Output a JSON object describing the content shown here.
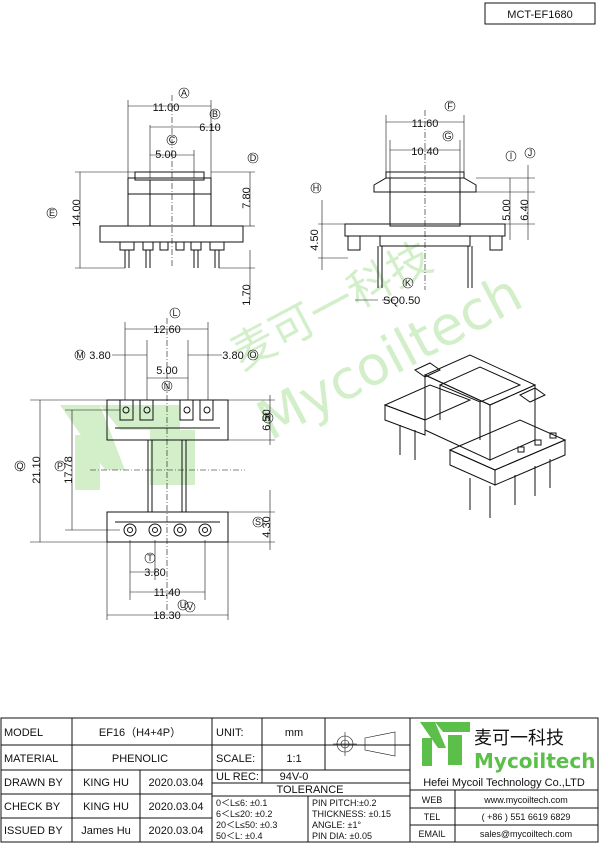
{
  "doc_id": "MCT-EF1680",
  "watermark": {
    "chinese": "麦可一科技",
    "latin": "Mycoiltech"
  },
  "dims": {
    "A": {
      "letter": "A",
      "value": "11.00"
    },
    "B": {
      "letter": "B",
      "value": "6.10"
    },
    "C": {
      "letter": "C",
      "value": "5.00"
    },
    "D": {
      "letter": "D",
      "value": "7.80"
    },
    "E": {
      "letter": "E",
      "value": "14.00"
    },
    "F": {
      "letter": "F",
      "value": "11.60"
    },
    "G": {
      "letter": "G",
      "value": "10.40"
    },
    "H": {
      "letter": "H",
      "value": "4.50"
    },
    "I": {
      "letter": "I",
      "value": "5.00"
    },
    "J": {
      "letter": "J",
      "value": "6.40"
    },
    "K": {
      "letter": "K",
      "value": "SQ0.50"
    },
    "L": {
      "letter": "L",
      "value": "12.60"
    },
    "M": {
      "letter": "M",
      "value": "3.80"
    },
    "N": {
      "letter": "N",
      "value": "5.00"
    },
    "O": {
      "letter": "O",
      "value": "3.80"
    },
    "P": {
      "letter": "P",
      "value": "17.78"
    },
    "Q": {
      "letter": "Q",
      "value": "21.10"
    },
    "R": {
      "letter": "R",
      "value": "6.50"
    },
    "S": {
      "letter": "S",
      "value": "4.30"
    },
    "T": {
      "letter": "T",
      "value": "3.80"
    },
    "U": {
      "letter": "U",
      "value": "11.40"
    },
    "V": {
      "letter": "V",
      "value": "18.30"
    },
    "pin": {
      "value": "1.70"
    }
  },
  "title_block": {
    "model_label": "MODEL",
    "model_value": "EF16（H4+4P）",
    "material_label": "MATERIAL",
    "material_value": "PHENOLIC",
    "drawn_label": "DRAWN BY",
    "drawn_name": "KING HU",
    "drawn_date": "2020.03.04",
    "check_label": "CHECK BY",
    "check_name": "KING HU",
    "check_date": "2020.03.04",
    "issued_label": "ISSUED BY",
    "issued_name": "James Hu",
    "issued_date": "2020.03.04",
    "unit_label": "UNIT:",
    "unit_value": "mm",
    "scale_label": "SCALE:",
    "scale_value": "1:1",
    "ul_label": "UL REC:",
    "ul_value": "94V-0",
    "tolerance_label": "TOLERANCE",
    "tol_1": "0＜L≤6: ±0.1",
    "tol_2": "6＜L≤20: ±0.2",
    "tol_3": "20＜L≤50: ±0.3",
    "tol_4": "50＜L: ±0.4",
    "tol_5": "PIN PITCH:±0.2",
    "tol_6": "THICKNESS: ±0.15",
    "tol_7": "ANGLE: ±1°",
    "tol_8": "PIN DIA: ±0.05",
    "logo_cn": "麦可一科技",
    "logo_en": "Mycoiltech",
    "company": "Hefei Mycoil Technology Co.,LTD",
    "web_label": "WEB",
    "web_value": "www.mycoiltech.com",
    "tel_label": "TEL",
    "tel_value": "( +86 ) 551 6619 6829",
    "email_label": "EMAIL",
    "email_value": "sales@mycoiltech.com"
  }
}
